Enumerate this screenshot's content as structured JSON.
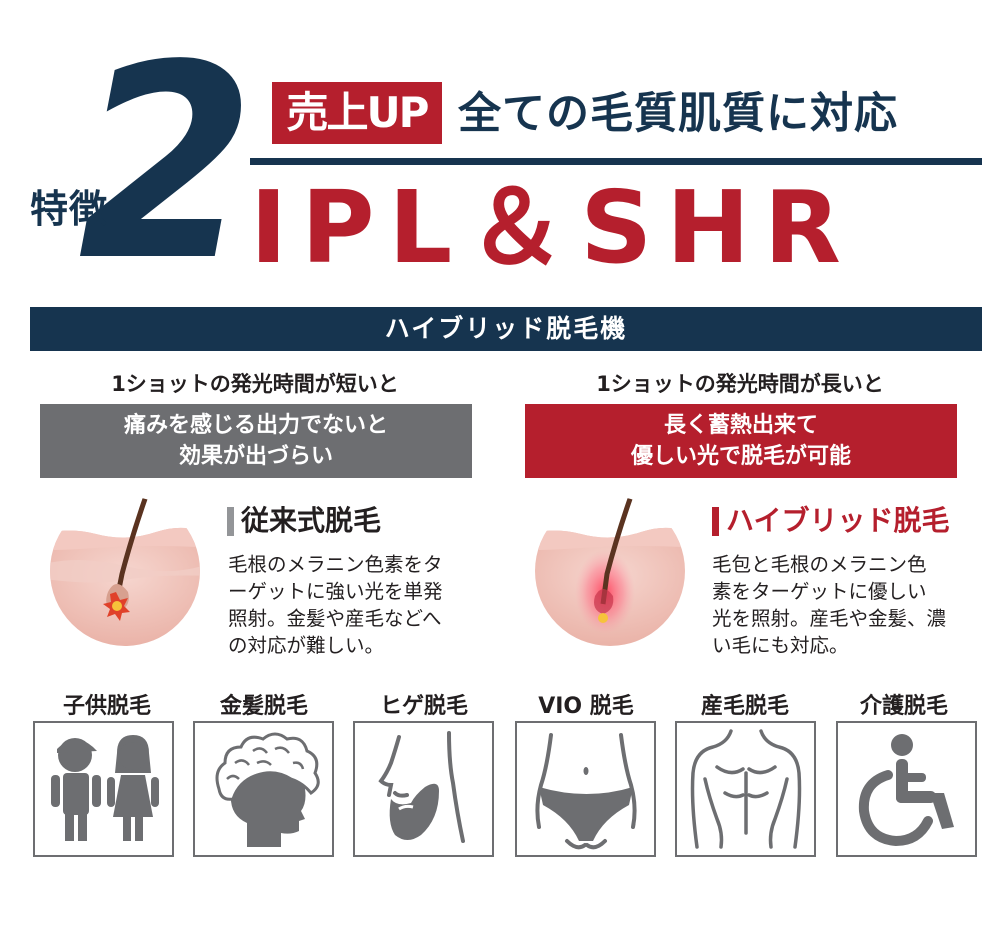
{
  "header": {
    "feature_label": "特徴",
    "feature_number": "2",
    "badge": "売上UP",
    "headline": "全ての毛質肌質に対応",
    "title": "IPL＆SHR"
  },
  "banner": "ハイブリッド脱毛機",
  "left": {
    "caption": "1ショットの発光時間が短いと",
    "box_lines": [
      "痛みを感じる出力でないと",
      "効果が出づらい"
    ],
    "subtitle": "従来式脱毛",
    "desc_lines": [
      "毛根のメラニン色素をタ",
      "ーゲットに強い光を単発",
      "照射。金髪や産毛などへ",
      "の対応が難しい。"
    ],
    "image_icon": "skin-cross-section-hair-root-icon"
  },
  "right": {
    "caption": "1ショットの発光時間が長いと",
    "box_lines": [
      "長く蓄熱出来て",
      "優しい光で脱毛が可能"
    ],
    "subtitle": "ハイブリッド脱毛",
    "desc_lines": [
      "毛包と毛根のメラニン色",
      "素をターゲットに優しい",
      "光を照射。産毛や金髪、濃",
      "い毛にも対応。"
    ],
    "image_icon": "skin-cross-section-hair-follicle-icon"
  },
  "categories": [
    {
      "label": "子供脱毛",
      "icon": "children-icon"
    },
    {
      "label": "金髪脱毛",
      "icon": "curly-hair-head-icon"
    },
    {
      "label": "ヒゲ脱毛",
      "icon": "beard-face-icon"
    },
    {
      "label": "VIO 脱毛",
      "icon": "bikini-area-icon"
    },
    {
      "label": "産毛脱毛",
      "icon": "back-torso-icon"
    },
    {
      "label": "介護脱毛",
      "icon": "wheelchair-icon"
    }
  ],
  "colors": {
    "navy": "#16344f",
    "red": "#b51f2d",
    "gray": "#6d6e71",
    "icon_gray": "#6d6e71"
  }
}
